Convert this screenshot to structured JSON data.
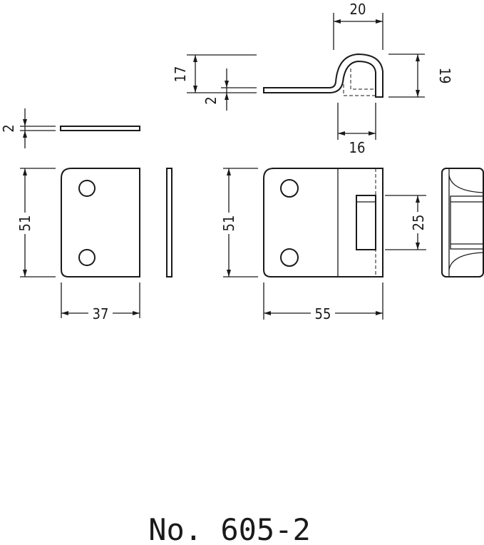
{
  "title": "No. 605-2",
  "dimensions": {
    "top_width": "20",
    "top_height": "17",
    "top_right_height": "19",
    "top_thickness": "2",
    "top_inner_width": "16",
    "left_thickness": "2",
    "left_height": "51",
    "left_width": "37",
    "right_height": "51",
    "right_width": "55",
    "loop_height": "25"
  }
}
